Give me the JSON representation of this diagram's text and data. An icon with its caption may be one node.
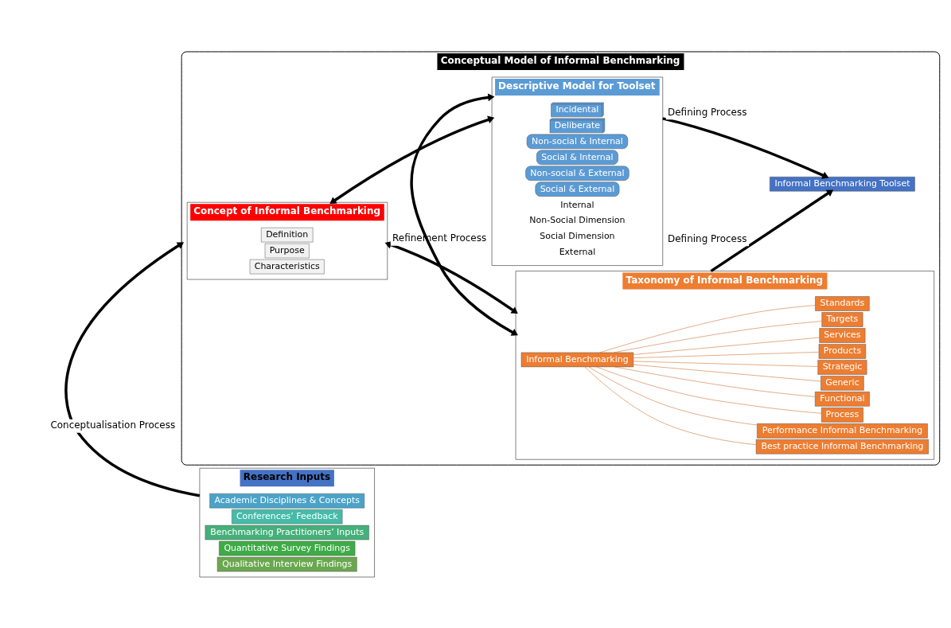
{
  "diagram": {
    "nodes": [
      {
        "text": [
          "Research Inputs"
        ]
      },
      {
        "text": [
          "Academic Disciplines & Concepts"
        ],
        "in": 0
      },
      {
        "text": [
          "Conferences’ Feedback"
        ],
        "in": 0
      },
      {
        "text": [
          "Benchmarking Practitioners’ Inputs"
        ],
        "in": 0
      },
      {
        "text": [
          "Quantitative Survey Findings"
        ],
        "in": 0
      },
      {
        "text": [
          "Qualitative Interview Findings"
        ],
        "in": 0
      },
      {
        "text": [
          "Conceptual Model of Informal Benchmarking"
        ]
      },
      {
        "text": [
          "Concept of Informal Benchmarking"
        ],
        "in": 6
      },
      {
        "text": [
          "Definition"
        ],
        "in": 7
      },
      {
        "text": [
          "Purpose"
        ],
        "in": 7
      },
      {
        "text": [
          "Characteristics"
        ],
        "in": 7
      },
      {
        "text": [
          "Taxonomy of Informal Benchmarking"
        ],
        "in": 6
      },
      {
        "text": [
          "Informal Benchmarking"
        ],
        "in": 11
      },
      {
        "text": [
          "Best practice Informal Benchmarking"
        ],
        "in": 11
      },
      {
        "text": [
          "Performance Informal Benchmarking"
        ],
        "in": 11
      },
      {
        "text": [
          "Process"
        ],
        "in": 11
      },
      {
        "text": [
          "Functional"
        ],
        "in": 11
      },
      {
        "text": [
          "Generic"
        ],
        "in": 11
      },
      {
        "text": [
          "Strategic"
        ],
        "in": 11
      },
      {
        "text": [
          "Products"
        ],
        "in": 11
      },
      {
        "text": [
          "Services"
        ],
        "in": 11
      },
      {
        "text": [
          "Targets"
        ],
        "in": 11
      },
      {
        "text": [
          "Standards"
        ],
        "in": 11
      },
      {
        "text": [
          "Descriptive Model for Toolset"
        ],
        "in": 6
      },
      {
        "text": [
          "Incidental"
        ],
        "in": 23
      },
      {
        "text": [
          "Deliberate"
        ],
        "in": 23
      },
      {
        "text": [
          "Non-social & Internal"
        ],
        "in": 23
      },
      {
        "text": [
          "Social & Internal"
        ],
        "in": 23
      },
      {
        "text": [
          "Non-social & External"
        ],
        "in": 23
      },
      {
        "text": [
          "Social & External"
        ],
        "in": 23
      },
      {
        "text": [
          "Informal Benchmarking Toolset"
        ],
        "in": 6
      }
    ],
    "edges": [
      {
        "from": 0,
        "to": 6,
        "arrow": "to",
        "label": "Conceptualisation Process",
        "style": "thick",
        "color": "#000000"
      },
      {
        "from": 7,
        "to": 11,
        "arrow": "both",
        "label": "Refinement Process",
        "style": "thick",
        "color": "#000000"
      },
      {
        "from": 7,
        "to": 23,
        "arrow": "both",
        "style": "thick",
        "color": "#000000"
      },
      {
        "from": 11,
        "to": 23,
        "arrow": "both",
        "style": "thick",
        "color": "#000000"
      },
      {
        "from": 12,
        "to": 13,
        "arrow": "none",
        "color": "#c55a11"
      },
      {
        "from": 12,
        "to": 14,
        "arrow": "none",
        "color": "#c55a11"
      },
      {
        "from": 12,
        "to": 15,
        "arrow": "none",
        "color": "#c55a11"
      },
      {
        "from": 12,
        "to": 16,
        "arrow": "none",
        "color": "#c55a11"
      },
      {
        "from": 12,
        "to": 17,
        "arrow": "none",
        "color": "#c55a11"
      },
      {
        "from": 12,
        "to": 18,
        "arrow": "none",
        "color": "#c55a11"
      },
      {
        "from": 12,
        "to": 19,
        "arrow": "none",
        "color": "#c55a11"
      },
      {
        "from": 12,
        "to": 20,
        "arrow": "none",
        "color": "#c55a11"
      },
      {
        "from": 12,
        "to": 21,
        "arrow": "none",
        "color": "#c55a11"
      },
      {
        "from": 12,
        "to": 22,
        "arrow": "none",
        "color": "#c55a11"
      },
      {
        "from": 11,
        "to": 30,
        "arrow": "to",
        "label": "Defining Process",
        "style": "thick",
        "color": "#000000"
      },
      {
        "from": 23,
        "to": 30,
        "arrow": "to",
        "label": "Defining Process",
        "style": "thick",
        "color": "#000000"
      }
    ],
    "labels": [
      "Internal",
      "Non-Social Dimension",
      "Social Dimension",
      "External"
    ]
  }
}
